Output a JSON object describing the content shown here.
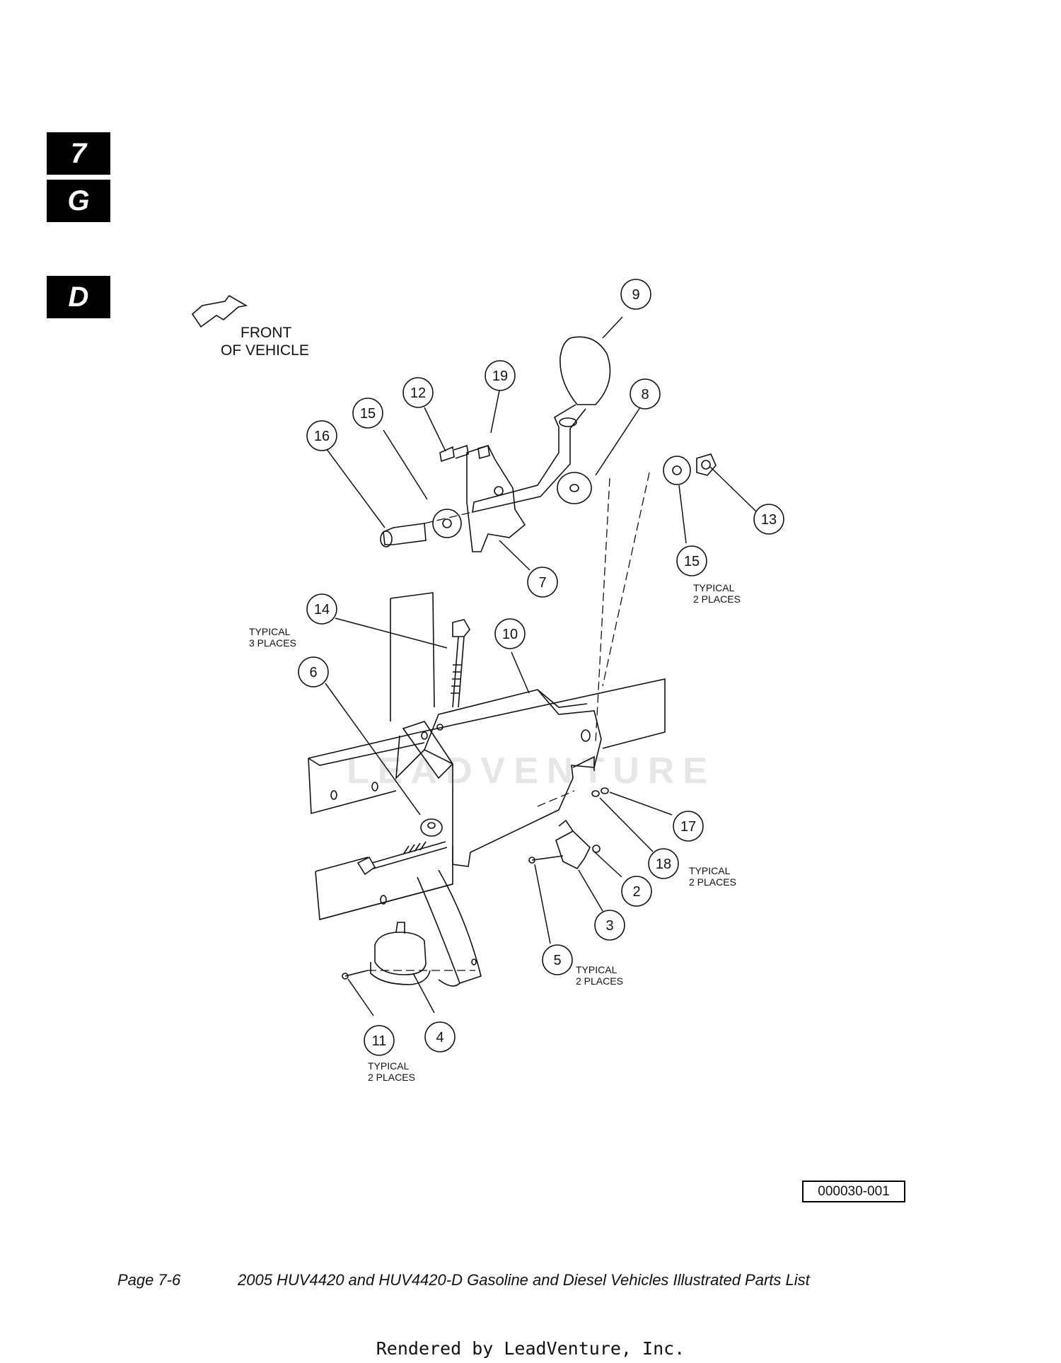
{
  "section_tabs": [
    "7",
    "G",
    "D"
  ],
  "front_label": [
    "FRONT",
    "OF VEHICLE"
  ],
  "callouts": [
    {
      "n": "9"
    },
    {
      "n": "19"
    },
    {
      "n": "12"
    },
    {
      "n": "8"
    },
    {
      "n": "15"
    },
    {
      "n": "16"
    },
    {
      "n": "13"
    },
    {
      "n": "15"
    },
    {
      "n": "7"
    },
    {
      "n": "14"
    },
    {
      "n": "10"
    },
    {
      "n": "6"
    },
    {
      "n": "17"
    },
    {
      "n": "18"
    },
    {
      "n": "2"
    },
    {
      "n": "3"
    },
    {
      "n": "5"
    },
    {
      "n": "11"
    },
    {
      "n": "4"
    }
  ],
  "notes": {
    "n15": [
      "TYPICAL",
      "2 PLACES"
    ],
    "n14": [
      "TYPICAL",
      "3 PLACES"
    ],
    "n18": [
      "TYPICAL",
      "2 PLACES"
    ],
    "n5": [
      "TYPICAL",
      "2 PLACES"
    ],
    "n11": [
      "TYPICAL",
      "2 PLACES"
    ]
  },
  "drawing_id": "000030-001",
  "watermark": "LEADVENTURE",
  "footer": {
    "page": "Page 7-6",
    "title": "2005 HUV4420 and HUV4420-D Gasoline and Diesel Vehicles Illustrated Parts List"
  },
  "rendered_by": "Rendered by LeadVenture, Inc."
}
